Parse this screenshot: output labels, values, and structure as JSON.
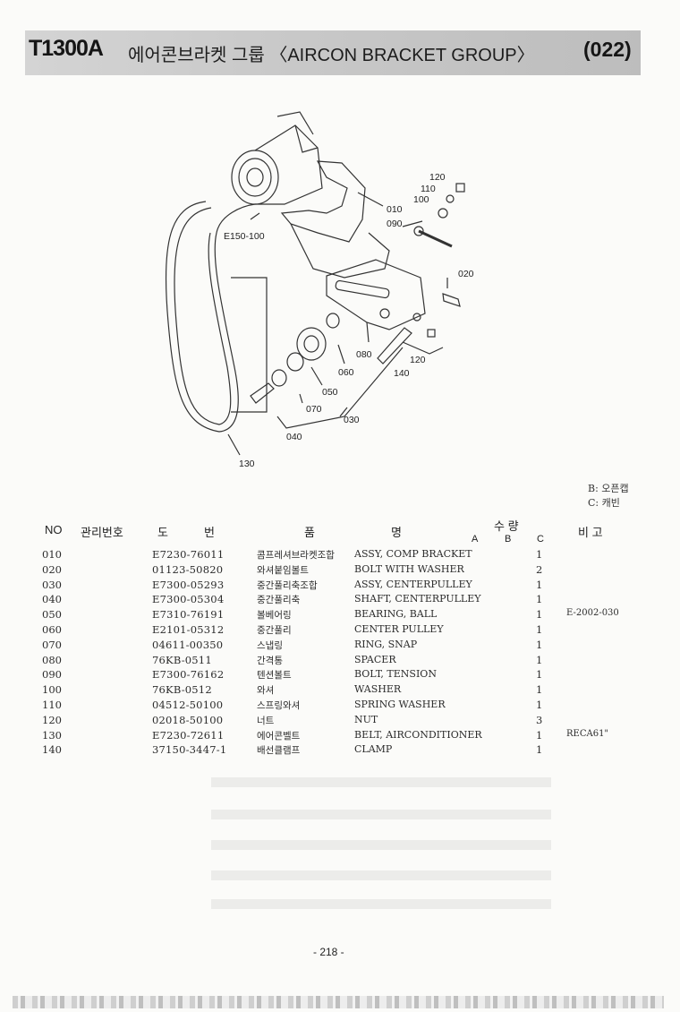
{
  "header": {
    "model": "T1300A",
    "title": "에어콘브라켓 그룹 〈AIRCON BRACKET GROUP〉",
    "page_code": "(022)"
  },
  "diagram": {
    "callouts": {
      "c120a": "120",
      "c110": "110",
      "c100": "100",
      "c010": "010",
      "c090": "090",
      "cE150": "E150-100",
      "c020": "020",
      "c080": "080",
      "c120b": "120",
      "c060": "060",
      "c140": "140",
      "c050": "050",
      "c070": "070",
      "c030": "030",
      "c040": "040",
      "c130": "130"
    }
  },
  "legend": {
    "b": "B: 오픈캡",
    "c": "C: 캐빈"
  },
  "columns": {
    "no": "NO",
    "mgmt": "관리번호",
    "part_a": "도",
    "part_b": "번",
    "name_a": "품",
    "name_b": "명",
    "qty": "수 량",
    "qty_a": "A",
    "qty_b": "B",
    "qty_c": "C",
    "remark": "비 고"
  },
  "parts": [
    {
      "no": "010",
      "part": "E7230-76011",
      "kor": "콤프레셔브라켓조합",
      "eng": "ASSY, COMP BRACKET",
      "qty": "1",
      "remark": ""
    },
    {
      "no": "020",
      "part": "01123-50820",
      "kor": "와셔붙임볼트",
      "eng": "BOLT WITH WASHER",
      "qty": "2",
      "remark": ""
    },
    {
      "no": "030",
      "part": "E7300-05293",
      "kor": "중간풀리축조합",
      "eng": "ASSY, CENTERPULLEY",
      "qty": "1",
      "remark": ""
    },
    {
      "no": "040",
      "part": "E7300-05304",
      "kor": "중간풀리축",
      "eng": "SHAFT, CENTERPULLEY",
      "qty": "1",
      "remark": ""
    },
    {
      "no": "050",
      "part": "E7310-76191",
      "kor": "볼베어링",
      "eng": "BEARING, BALL",
      "qty": "1",
      "remark": "E-2002-030"
    },
    {
      "no": "060",
      "part": "E2101-05312",
      "kor": "중간풀리",
      "eng": "CENTER PULLEY",
      "qty": "1",
      "remark": ""
    },
    {
      "no": "070",
      "part": "04611-00350",
      "kor": "스냅링",
      "eng": "RING, SNAP",
      "qty": "1",
      "remark": ""
    },
    {
      "no": "080",
      "part": "76KB-0511",
      "kor": "간격통",
      "eng": "SPACER",
      "qty": "1",
      "remark": ""
    },
    {
      "no": "090",
      "part": "E7300-76162",
      "kor": "텐션볼트",
      "eng": "BOLT, TENSION",
      "qty": "1",
      "remark": ""
    },
    {
      "no": "100",
      "part": "76KB-0512",
      "kor": "와셔",
      "eng": "WASHER",
      "qty": "1",
      "remark": ""
    },
    {
      "no": "110",
      "part": "04512-50100",
      "kor": "스프링와셔",
      "eng": "SPRING WASHER",
      "qty": "1",
      "remark": ""
    },
    {
      "no": "120",
      "part": "02018-50100",
      "kor": "너트",
      "eng": "NUT",
      "qty": "3",
      "remark": ""
    },
    {
      "no": "130",
      "part": "E7230-72611",
      "kor": "에어콘벨트",
      "eng": "BELT, AIRCONDITIONER",
      "qty": "1",
      "remark": "RECA61\""
    },
    {
      "no": "140",
      "part": "37150-3447-1",
      "kor": "배선클램프",
      "eng": "CLAMP",
      "qty": "1",
      "remark": ""
    }
  ],
  "footer": {
    "page": "- 218 -"
  }
}
